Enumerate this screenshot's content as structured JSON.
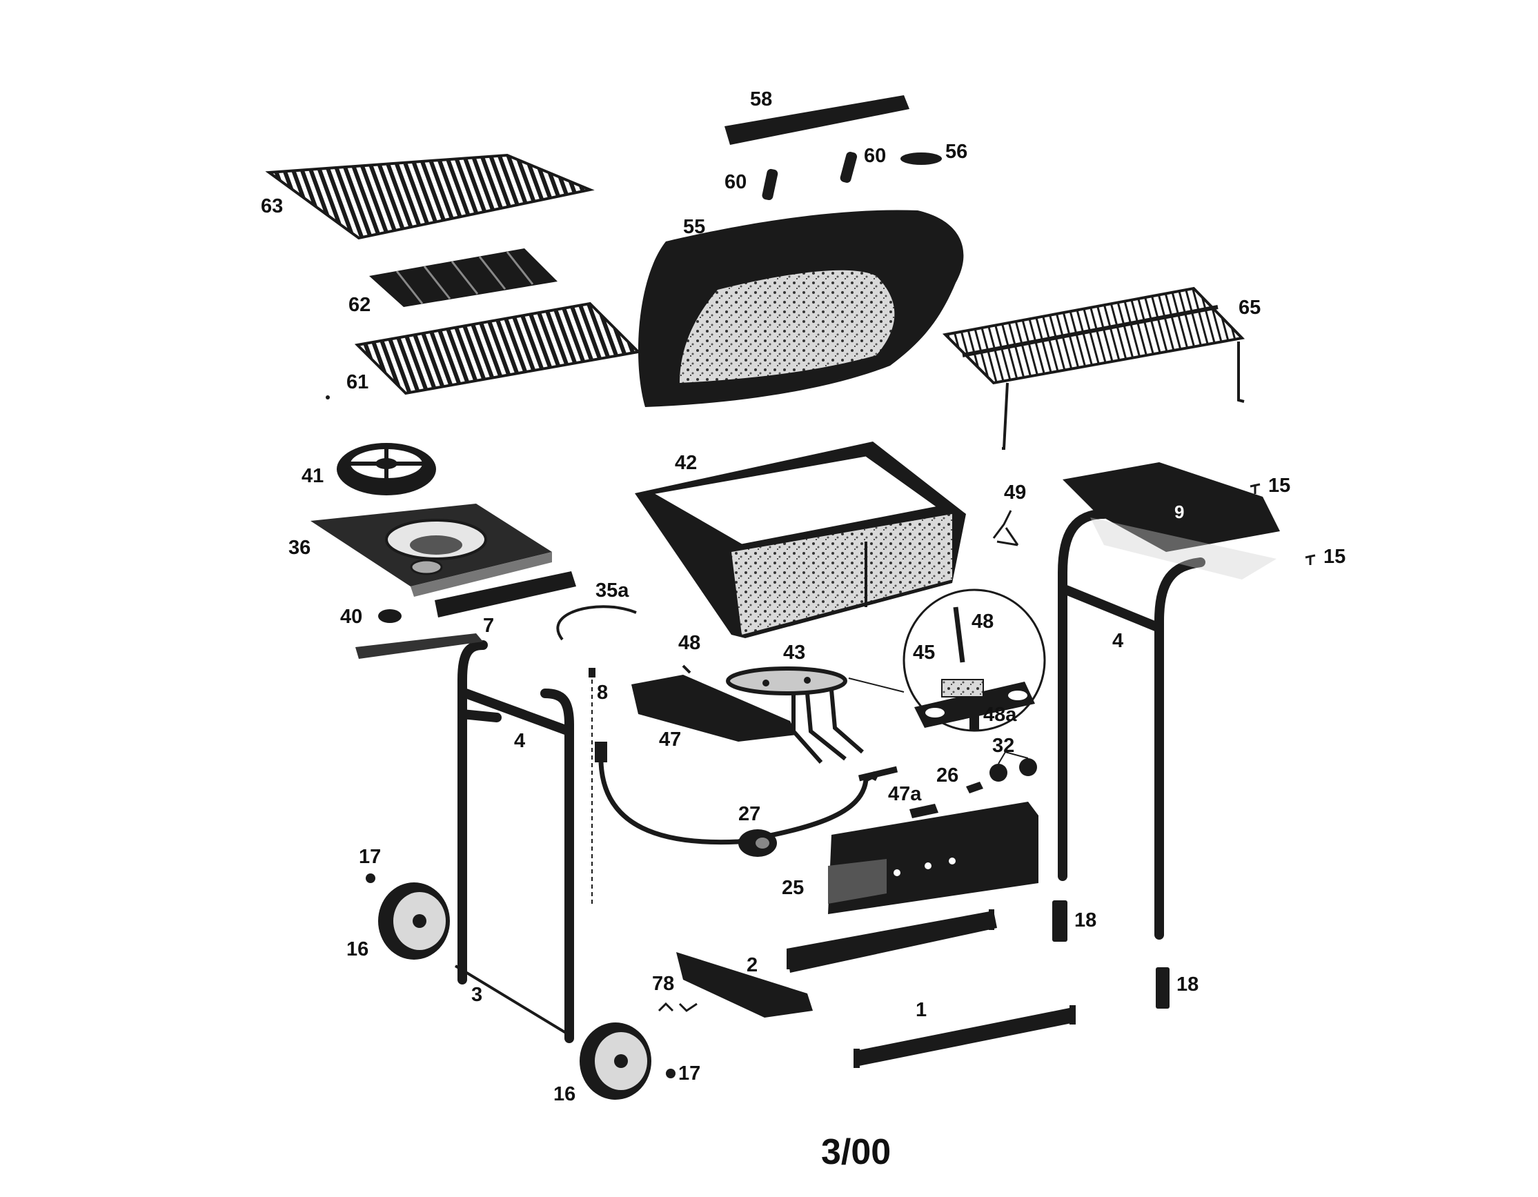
{
  "diagram": {
    "date_code": "3/00",
    "part_labels": [
      "58",
      "60",
      "60",
      "56",
      "63",
      "55",
      "62",
      "61",
      "65",
      "41",
      "42",
      "49",
      "15",
      "15",
      "9",
      "36",
      "35a",
      "40",
      "7",
      "48",
      "43",
      "48",
      "45",
      "48a",
      "4",
      "4",
      "8",
      "47",
      "32",
      "26",
      "47a",
      "27",
      "17",
      "25",
      "18",
      "16",
      "2",
      "78",
      "1",
      "18",
      "3",
      "16",
      "17"
    ]
  }
}
